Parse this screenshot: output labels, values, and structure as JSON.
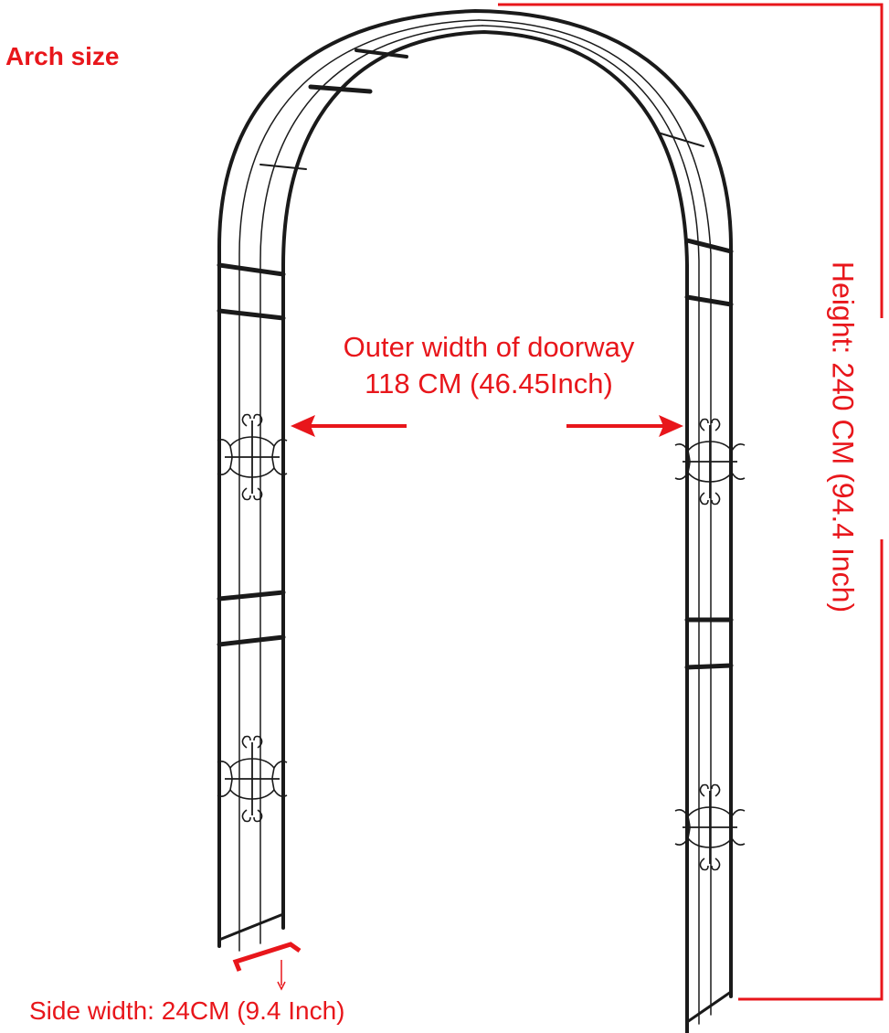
{
  "title": "Arch size",
  "outer_width": {
    "line1": "Outer width of doorway",
    "line2": "118 CM (46.45Inch)"
  },
  "height": "Height: 240 CM (94.4 Inch)",
  "side_width": "Side width: 24CM (9.4 Inch)",
  "colors": {
    "annotation": "#e8161b",
    "frame": "#1a1a1a",
    "background": "#ffffff"
  }
}
